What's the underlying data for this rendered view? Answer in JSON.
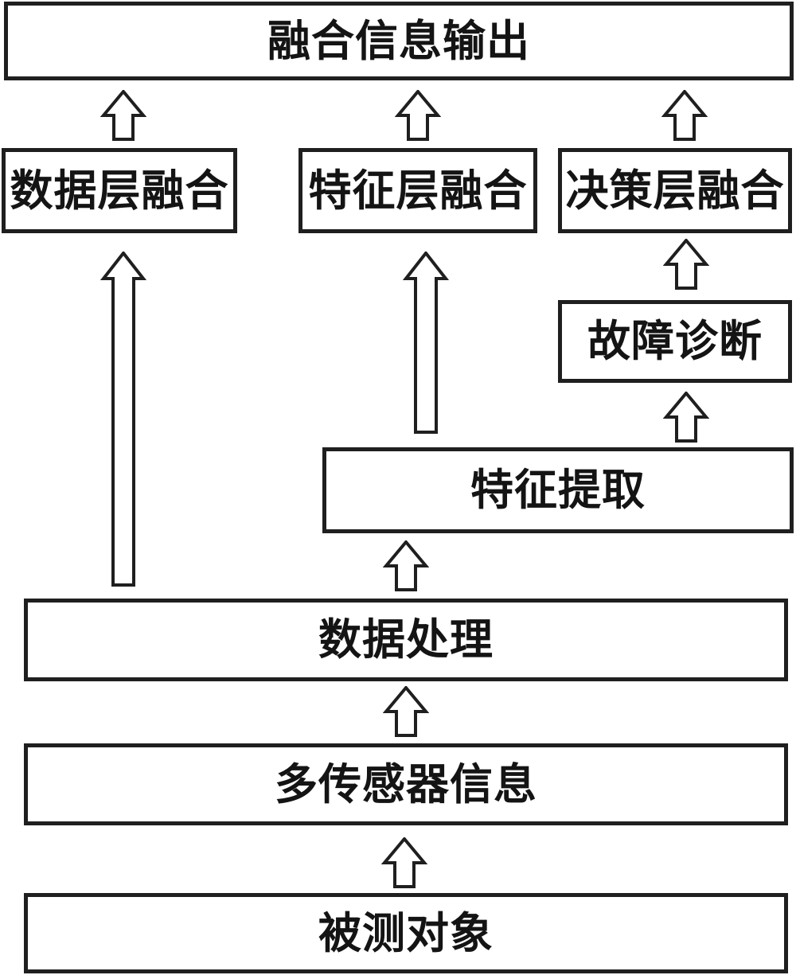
{
  "page": {
    "background_color": "#ffffff",
    "stroke_color": "#1f1f1f",
    "text_color": "#141414",
    "box_fill_color": "#ffffff"
  },
  "diagram": {
    "nodes": {
      "output": {
        "label": "融合信息输出"
      },
      "data_layer_fusion": {
        "label": "数据层融合"
      },
      "feature_layer_fusion": {
        "label": "特征层融合"
      },
      "decision_layer_fusion": {
        "label": "决策层融合"
      },
      "fault_diagnosis": {
        "label": "故障诊断"
      },
      "feature_extraction": {
        "label": "特征提取"
      },
      "data_processing": {
        "label": "数据处理"
      },
      "multi_sensor_info": {
        "label": "多传感器信息"
      },
      "measured_object": {
        "label": "被测对象"
      }
    },
    "edges": [
      {
        "from": "measured_object",
        "to": "multi_sensor_info"
      },
      {
        "from": "multi_sensor_info",
        "to": "data_processing"
      },
      {
        "from": "data_processing",
        "to": "data_layer_fusion"
      },
      {
        "from": "data_processing",
        "to": "feature_extraction"
      },
      {
        "from": "feature_extraction",
        "to": "feature_layer_fusion"
      },
      {
        "from": "feature_extraction",
        "to": "fault_diagnosis"
      },
      {
        "from": "fault_diagnosis",
        "to": "decision_layer_fusion"
      },
      {
        "from": "data_layer_fusion",
        "to": "output"
      },
      {
        "from": "feature_layer_fusion",
        "to": "output"
      },
      {
        "from": "decision_layer_fusion",
        "to": "output"
      }
    ]
  }
}
